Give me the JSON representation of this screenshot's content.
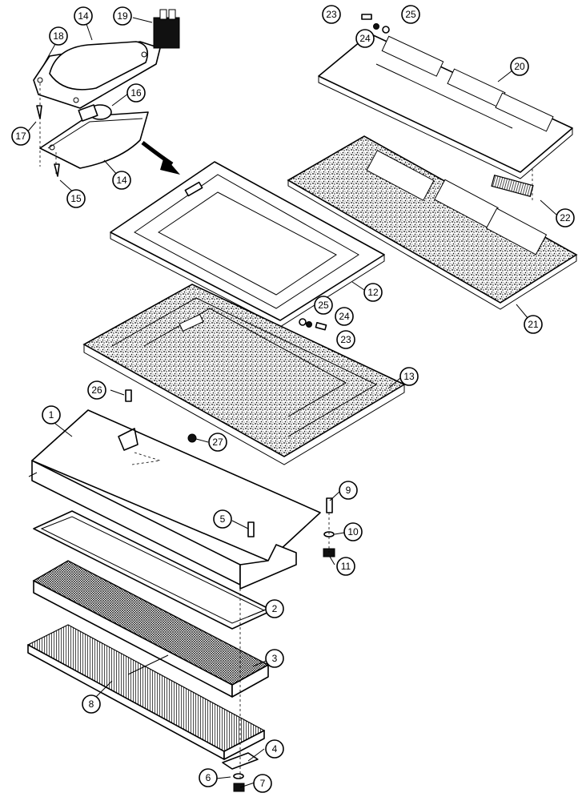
{
  "callouts": [
    {
      "label": "1"
    },
    {
      "label": "2"
    },
    {
      "label": "3"
    },
    {
      "label": "4"
    },
    {
      "label": "5"
    },
    {
      "label": "6"
    },
    {
      "label": "7"
    },
    {
      "label": "8"
    },
    {
      "label": "9"
    },
    {
      "label": "10"
    },
    {
      "label": "11"
    },
    {
      "label": "12"
    },
    {
      "label": "13"
    },
    {
      "label": "14"
    },
    {
      "label": "14"
    },
    {
      "label": "15"
    },
    {
      "label": "16"
    },
    {
      "label": "17"
    },
    {
      "label": "18"
    },
    {
      "label": "19"
    },
    {
      "label": "20"
    },
    {
      "label": "21"
    },
    {
      "label": "22"
    },
    {
      "label": "23"
    },
    {
      "label": "23"
    },
    {
      "label": "24"
    },
    {
      "label": "24"
    },
    {
      "label": "25"
    },
    {
      "label": "25"
    },
    {
      "label": "26"
    },
    {
      "label": "27"
    }
  ],
  "colors": {
    "ink": "#000000",
    "paper": "#ffffff"
  }
}
